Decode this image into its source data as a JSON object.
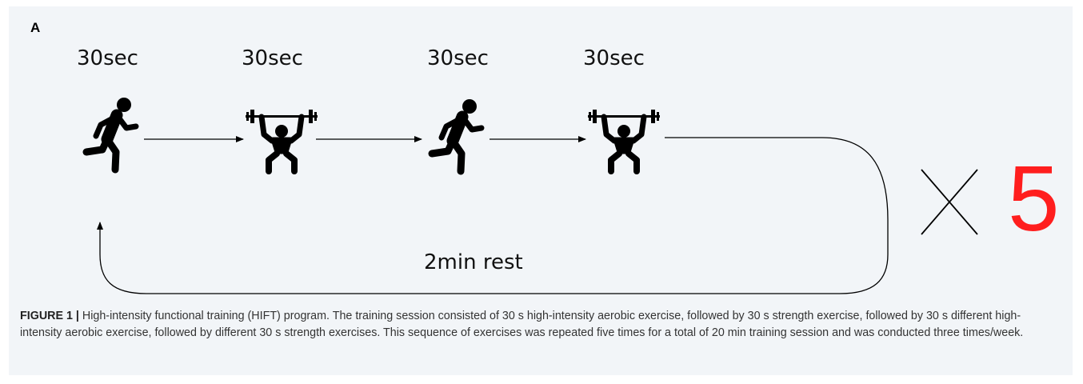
{
  "figure": {
    "panel_label": "A",
    "steps": [
      {
        "duration": "30sec",
        "icon": "running-person-icon"
      },
      {
        "duration": "30sec",
        "icon": "weightlifter-icon"
      },
      {
        "duration": "30sec",
        "icon": "running-person-icon"
      },
      {
        "duration": "30sec",
        "icon": "weightlifter-icon"
      }
    ],
    "rest_label": "2min rest",
    "repeat_count": "5",
    "repeat_color": "#ff1e1e"
  },
  "caption": {
    "figure_label": "FIGURE 1 |",
    "text": "High-intensity functional training (HIFT) program. The training session consisted of 30 s high-intensity aerobic exercise, followed by 30 s strength exercise, followed by 30 s different high-intensity aerobic exercise, followed by different 30 s strength exercises. This sequence of exercises was repeated five times for a total of 20 min training session and was conducted three times/week."
  }
}
